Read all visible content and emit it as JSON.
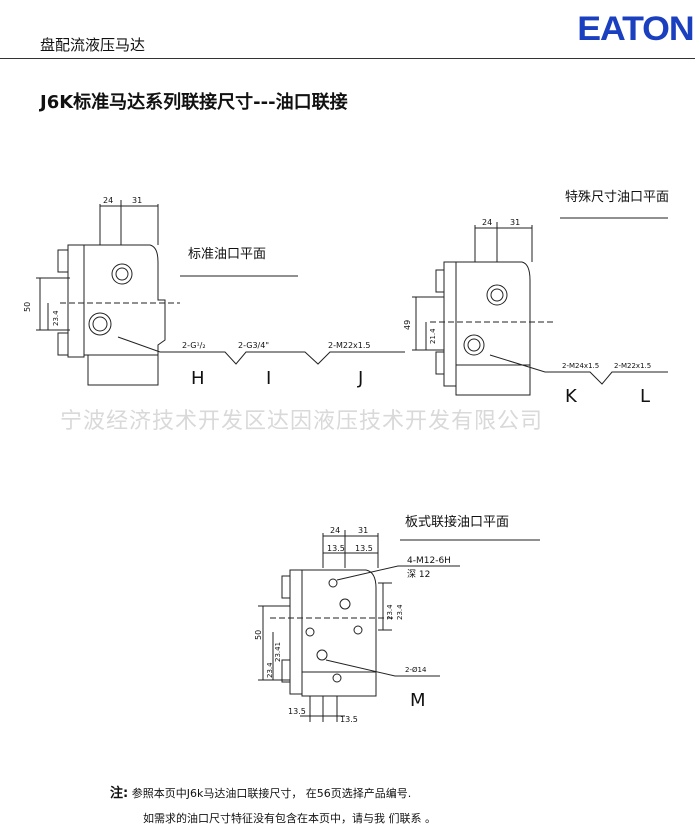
{
  "header": {
    "title": "盘配流液压马达",
    "logo": "EATON"
  },
  "page_title": "J6K标准马达系列联接尺寸---油口联接",
  "watermark": "宁波经济技术开发区达因液压技术开发有限公司",
  "diagram_standard": {
    "label": "标准油口平面",
    "dim_top_a": "24",
    "dim_top_b": "31",
    "dim_left_a": "50",
    "dim_left_b": "23.4",
    "port_H": "2-G¹/₂",
    "port_I": "2-G3/4\"",
    "port_J": "2-M22x1.5",
    "letter_H": "H",
    "letter_I": "I",
    "letter_J": "J"
  },
  "diagram_special": {
    "label": "特殊尺寸油口平面",
    "dim_top_a": "24",
    "dim_top_b": "31",
    "dim_left_a": "49",
    "dim_left_b": "21.4",
    "port_K": "2-M24x1.5",
    "port_L": "2-M22x1.5",
    "letter_K": "K",
    "letter_L": "L"
  },
  "diagram_plate": {
    "label": "板式联接油口平面",
    "dim_top_a": "24",
    "dim_top_b": "31",
    "dim_top_c": "13.5",
    "dim_top_d": "13.5",
    "dim_bottom_a": "13.5",
    "dim_bottom_b": "13.5",
    "dim_right_a": "23.4",
    "dim_right_b": "23.4",
    "dim_left_a": "50",
    "dim_left_b": "23.41",
    "dim_left_c": "23.4",
    "bolt_spec": "4-M12-6H",
    "bolt_depth": "深 12",
    "port_spec": "2-Ø14",
    "letter_M": "M"
  },
  "notes": {
    "label": "注:",
    "line1": "参照本页中J6k马达油口联接尺寸， 在56页选择产品编号.",
    "line2": "如需求的油口尺寸特征没有包含在本页中，请与我 们联系 。"
  }
}
